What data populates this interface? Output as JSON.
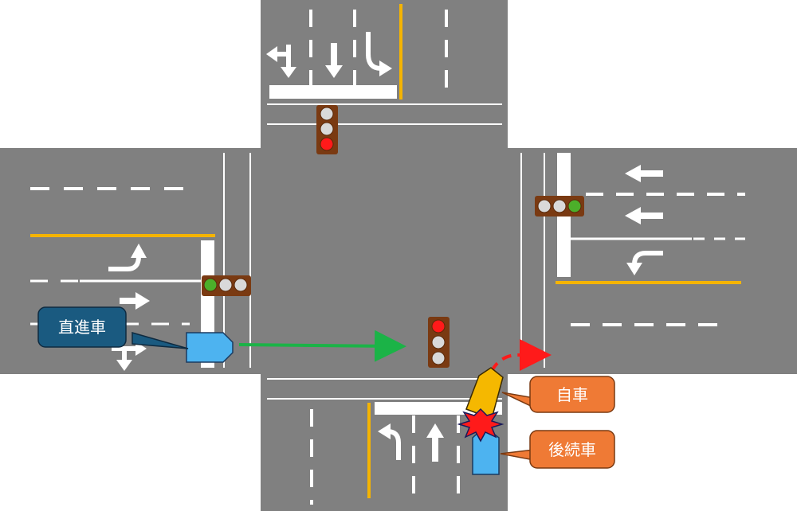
{
  "labels": {
    "straight_car": "直進車",
    "own_car": "自車",
    "following_car": "後続車"
  },
  "colors": {
    "road": "#808080",
    "lane_marking": "#ffffff",
    "center_line": "#f5b400",
    "signal_housing": "#7a3a12",
    "signal_off": "#d9d9d9",
    "signal_red": "#ff1a1a",
    "signal_green": "#4caf2a",
    "straight_car": "#4db3f0",
    "own_car": "#f5b800",
    "following_car": "#4db3f0",
    "straight_label_bg": "#1a5a80",
    "orange_label_bg": "#ef7a35",
    "path_arrow": "#1bb347",
    "turn_arrow": "#ff1a1a",
    "crash": "#ff1a1a"
  },
  "signals": {
    "north": [
      "off",
      "off",
      "red"
    ],
    "west": [
      "green",
      "off",
      "off"
    ],
    "east": [
      "off",
      "off",
      "green"
    ],
    "center": [
      "red",
      "off",
      "off"
    ]
  },
  "icons": {
    "crash": "collision-burst-icon"
  }
}
